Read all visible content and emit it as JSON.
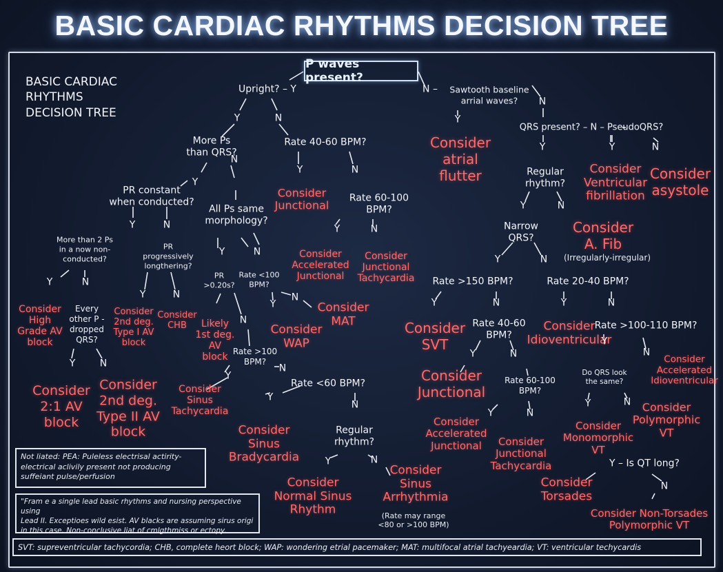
{
  "title": "BASIC CARDIAC RHYTHMS DECISION TREE",
  "corner_title": "BASIC CARDIAC\nRHYTHMS\nDECISION TREE",
  "root": "P waves present?",
  "labels": {
    "upright_y": "Upright? – Y",
    "n_sawtooth": "N –",
    "sawtooth": "Sawtooth baseline\narrial waves?",
    "more_ps": "More Ps\nthan QRS?",
    "rate_40_60": "Rate 40-60 BPM?",
    "pr_constant": "PR constant\nwhen conducted?",
    "all_ps_same": "All Ps same\nmorphology?",
    "rate_60_100": "Rate 60-100\nBPM?",
    "more_than_2": "More than 2 Ps\nin a now non-\nconducted?",
    "pr_progressive": "PR\nprogressively\nlongthering?",
    "every_other": "Every\nother P -\ndropped\nQRS?",
    "pr_020": "PR\n>0.20s?",
    "rate_lt100": "Rate <100\nBPM?",
    "rate_gt100": "Rate >100\nBPM?",
    "rate_lt60": "Rate <60 BPM?",
    "regular_rhythm": "Regular\nrhythm?",
    "qrs_present": "QRS present? – N – PseudoQRS?",
    "regular_rhythm_r": "Regular\nrhythm?",
    "narrow_qrs": "Narrow\nQRS?",
    "rate_gt150": "Rate >150 BPM?",
    "rate_20_40": "Rate 20-40 BPM?",
    "rate_40_60_r": "Rate 40-60\nBPM?",
    "rate_100_110": "Rate >100-110 BPM?",
    "rate_60_100_r": "Rate 60-100\nBPM?",
    "qrs_look_same": "Do QRS look\nthe same?",
    "qt_long": "Y – Is QT long?",
    "consider_atrial_flutter": "Consider\natrial\nflutter",
    "consider_vfib": "Consider\nVentricular\nfibrillation",
    "consider_asystole": "Consider\nasystole",
    "consider_junctional": "Consider\nJunctional",
    "consider_accel_junctional": "Consider\nAccelerated\nJunctional",
    "consider_junctional_tachy": "Consider\nJunctional\nTachycardia",
    "consider_afib": "Consider\nA. Fib",
    "afib_note": "(Irregularly-irregular)",
    "consider_high_grade": "Consider\nHigh\nGrade AV\nblock",
    "consider_2nd_deg_1": "Consider\n2nd deg.\nType I AV\nblock",
    "consider_chb": "Consider\nCHB",
    "consider_1st_deg": "Likely\n1st deg.\nAV\nblock",
    "consider_wap": "Consider\nWAP",
    "consider_mat": "Consider\nMAT",
    "consider_21": "Consider\n2:1 AV\nblock",
    "consider_2nd_deg_2": "Consider\n2nd deg.\nType II AV\nblock",
    "consider_sinus_tachy": "Consider\nSinus\nTachycardia",
    "consider_sinus_brady": "Consider\nSinus\nBradycardia",
    "consider_nsr": "Consider\nNormal Sinus\nRhythm",
    "consider_sinus_arrhythmia": "Consider\nSinus\nArrhythmia",
    "arrhythmia_note": "(Rate may range\n<80 or >100 BPM)",
    "consider_svt": "Consider\nSVT",
    "consider_idioventricular": "Consider\nIdioventricular",
    "consider_junctional_r": "Consider\nJunctional",
    "consider_accel_idio": "Consider\nAccelerated\nIdioventricular",
    "consider_accel_junctional_r": "Consider\nAccelerated\nJunctional",
    "consider_junctional_tachy_r": "Consider\nJunctional\nTachycardia",
    "consider_mono_vt": "Consider\nMonomorphic\nVT",
    "consider_poly_vt": "Consider\nPolymorphic\nVT",
    "consider_torsades": "Consider\nTorsades",
    "consider_non_torsades": "Consider Non-Torsades\nPolymorphic VT"
  },
  "note_pea": "Not liated: PEA: Puleless electrisal actirity-\nelectrical aclivily present not producing\nsuffeiant pulse/perfusion",
  "note_lead": "\"Fram e a single lead basic rhythms and nursing perspective using\nLead II. Exceptioes wild esist. AV blacks are assuming sirus origi\nin this case. Non-conclusive liat of cmlgthmiss or ectopy.",
  "footer": "SVT: supreventricular tachycordia; CHB, complete heort block; WAP: wondering etrial pacemaker; MAT: multifocal atrial tachyeardia; VT: ventricular techycardis",
  "colors": {
    "background": "#131c30",
    "consider_text": "#ff6b6b",
    "question_text": "#f3f5fb",
    "title_glow": "#a0c8ff"
  }
}
